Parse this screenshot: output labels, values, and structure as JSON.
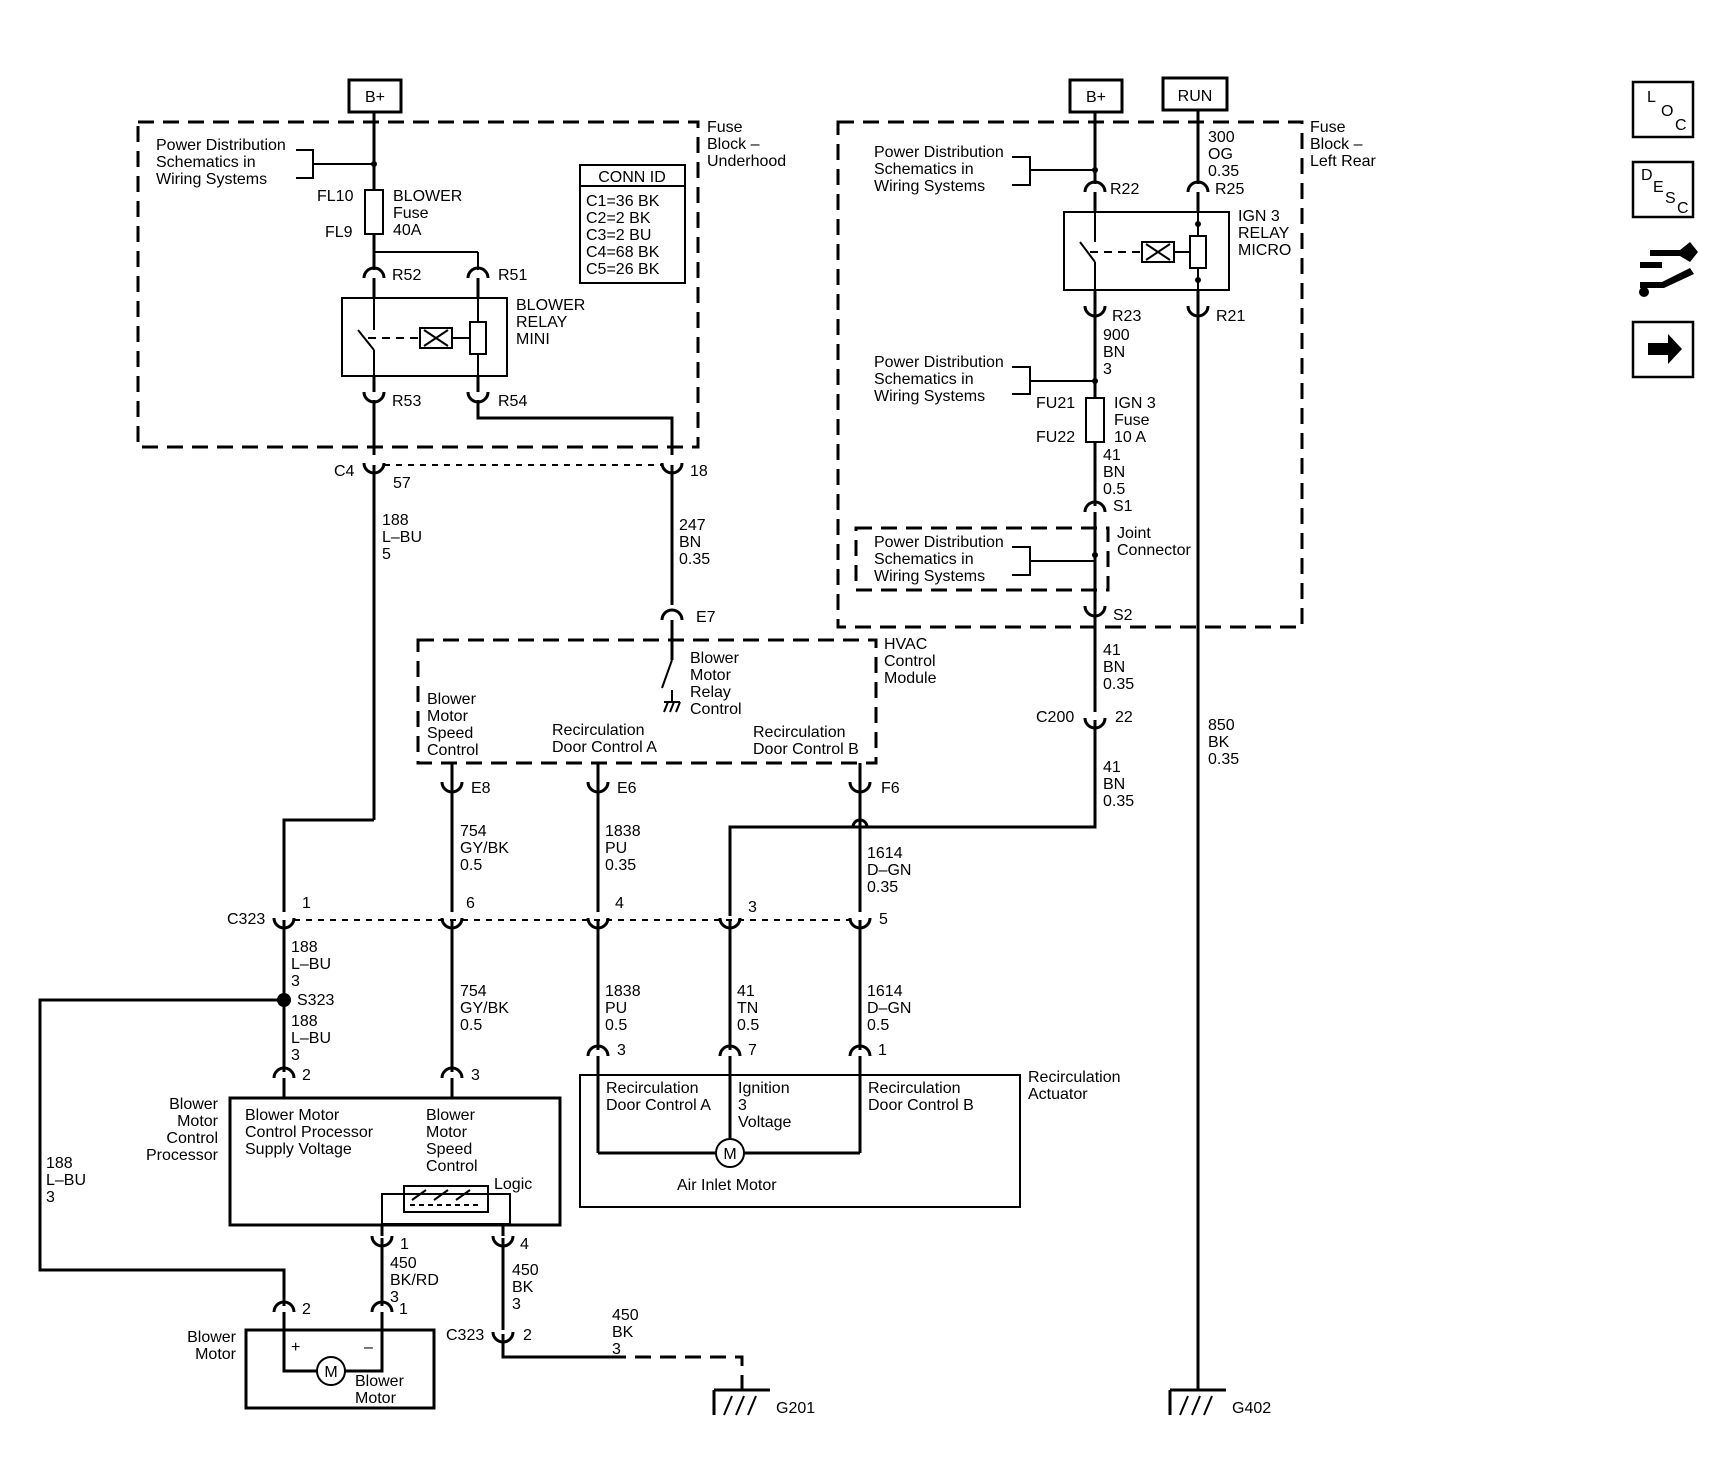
{
  "power_labels": {
    "bplus_left": "B+",
    "bplus_right": "B+",
    "run": "RUN"
  },
  "fuse_block_underhood": {
    "title": [
      "Fuse",
      "Block –",
      "Underhood"
    ],
    "power_dist_ref": [
      "Power Distribution",
      "Schematics in",
      "Wiring Systems"
    ],
    "fuse_in": "FL10",
    "fuse_out": "FL9",
    "fuse_label": [
      "BLOWER",
      "Fuse",
      "40A"
    ],
    "relay_label": [
      "BLOWER",
      "RELAY",
      "MINI"
    ],
    "pins": {
      "r52": "R52",
      "r51": "R51",
      "r53": "R53",
      "r54": "R54"
    },
    "conn_id_title": "CONN ID",
    "conn_ids": [
      "C1=36 BK",
      "C2=2 BK",
      "C3=2 BU",
      "C4=68 BK",
      "C5=26 BK"
    ]
  },
  "fuse_block_left_rear": {
    "title": [
      "Fuse",
      "Block –",
      "Left Rear"
    ],
    "power_dist_ref_1": [
      "Power Distribution",
      "Schematics in",
      "Wiring Systems"
    ],
    "power_dist_ref_2": [
      "Power Distribution",
      "Schematics in",
      "Wiring Systems"
    ],
    "power_dist_ref_3": [
      "Power Distribution",
      "Schematics in",
      "Wiring Systems"
    ],
    "pins": {
      "r22": "R22",
      "r25": "R25",
      "r23": "R23",
      "r21": "R21",
      "s1": "S1",
      "s2": "S2"
    },
    "relay_label": [
      "IGN 3",
      "RELAY",
      "MICRO"
    ],
    "wire_300": [
      "300",
      "OG",
      "0.35"
    ],
    "wire_900": [
      "900",
      "BN",
      "3"
    ],
    "fuse_in": "FU21",
    "fuse_out": "FU22",
    "fuse_label": [
      "IGN 3",
      "Fuse",
      "10 A"
    ],
    "wire_41a": [
      "41",
      "BN",
      "0.5"
    ],
    "joint_connector": [
      "Joint",
      "Connector"
    ]
  },
  "connector_c4": {
    "name": "C4",
    "pin_a": "57",
    "pin_b": "18"
  },
  "wires": {
    "w188_top": [
      "188",
      "L–BU",
      "5"
    ],
    "w247": [
      "247",
      "BN",
      "0.35"
    ],
    "w41_s2": [
      "41",
      "BN",
      "0.35"
    ],
    "w41_c200": [
      "41",
      "BN",
      "0.35"
    ],
    "w850": [
      "850",
      "BK",
      "0.35"
    ],
    "w754_top": [
      "754",
      "GY/BK",
      "0.5"
    ],
    "w1838_top": [
      "1838",
      "PU",
      "0.35"
    ],
    "w1614_top": [
      "1614",
      "D–GN",
      "0.35"
    ],
    "w188_mid": [
      "188",
      "L–BU",
      "3"
    ],
    "w188_s323": [
      "188",
      "L–BU",
      "3"
    ],
    "w754_bot": [
      "754",
      "GY/BK",
      "0.5"
    ],
    "w1838_bot": [
      "1838",
      "PU",
      "0.5"
    ],
    "w41_tn": [
      "41",
      "TN",
      "0.5"
    ],
    "w1614_bot": [
      "1614",
      "D–GN",
      "0.5"
    ],
    "w188_left": [
      "188",
      "L–BU",
      "3"
    ],
    "w450_rd": [
      "450",
      "BK/RD",
      "3"
    ],
    "w450_bk": [
      "450",
      "BK",
      "3"
    ],
    "w450_gnd": [
      "450",
      "BK",
      "3"
    ]
  },
  "c200": {
    "name": "C200",
    "pin": "22"
  },
  "hvac_module": {
    "title": [
      "HVAC",
      "Control",
      "Module"
    ],
    "pin_e7": "E7",
    "pin_e8": "E8",
    "pin_e6": "E6",
    "pin_f6": "F6",
    "relay_control": [
      "Blower",
      "Motor",
      "Relay",
      "Control"
    ],
    "speed_control": [
      "Blower",
      "Motor",
      "Speed",
      "Control"
    ],
    "recirc_a": [
      "Recirculation",
      "Door Control A"
    ],
    "recirc_b": [
      "Recirculation",
      "Door Control B"
    ]
  },
  "c323": {
    "name": "C323",
    "pins": [
      "1",
      "6",
      "4",
      "3",
      "5"
    ],
    "name2": "C323",
    "pin_gnd": "2"
  },
  "splice": {
    "name": "S323"
  },
  "blower_processor": {
    "label": [
      "Blower",
      "Motor",
      "Control",
      "Processor"
    ],
    "supply": [
      "Blower Motor",
      "Control Processor",
      "Supply Voltage"
    ],
    "speed": [
      "Blower",
      "Motor",
      "Speed",
      "Control"
    ],
    "logic": "Logic",
    "pin_2": "2",
    "pin_3": "3",
    "pin_1": "1",
    "pin_4": "4"
  },
  "recirc_actuator": {
    "label": [
      "Recirculation",
      "Actuator"
    ],
    "door_a": [
      "Recirculation",
      "Door Control A"
    ],
    "ignition": [
      "Ignition",
      "3",
      "Voltage"
    ],
    "door_b": [
      "Recirculation",
      "Door Control B"
    ],
    "motor_symbol": "M",
    "motor_label": "Air Inlet Motor",
    "pin_3": "3",
    "pin_7": "7",
    "pin_1": "1"
  },
  "blower_motor": {
    "label": [
      "Blower",
      "Motor"
    ],
    "plus": "+",
    "minus": "–",
    "motor_symbol": "M",
    "inner_label": [
      "Blower",
      "Motor"
    ],
    "pin_2": "2",
    "pin_1": "1"
  },
  "grounds": {
    "g201": "G201",
    "g402": "G402"
  },
  "nav": {
    "loc": [
      "L",
      "O",
      "C"
    ],
    "desc": [
      "D",
      "E",
      "S",
      "C"
    ],
    "connector_icon": "connector-wrench-icon",
    "next_icon": "arrow-right-icon"
  }
}
